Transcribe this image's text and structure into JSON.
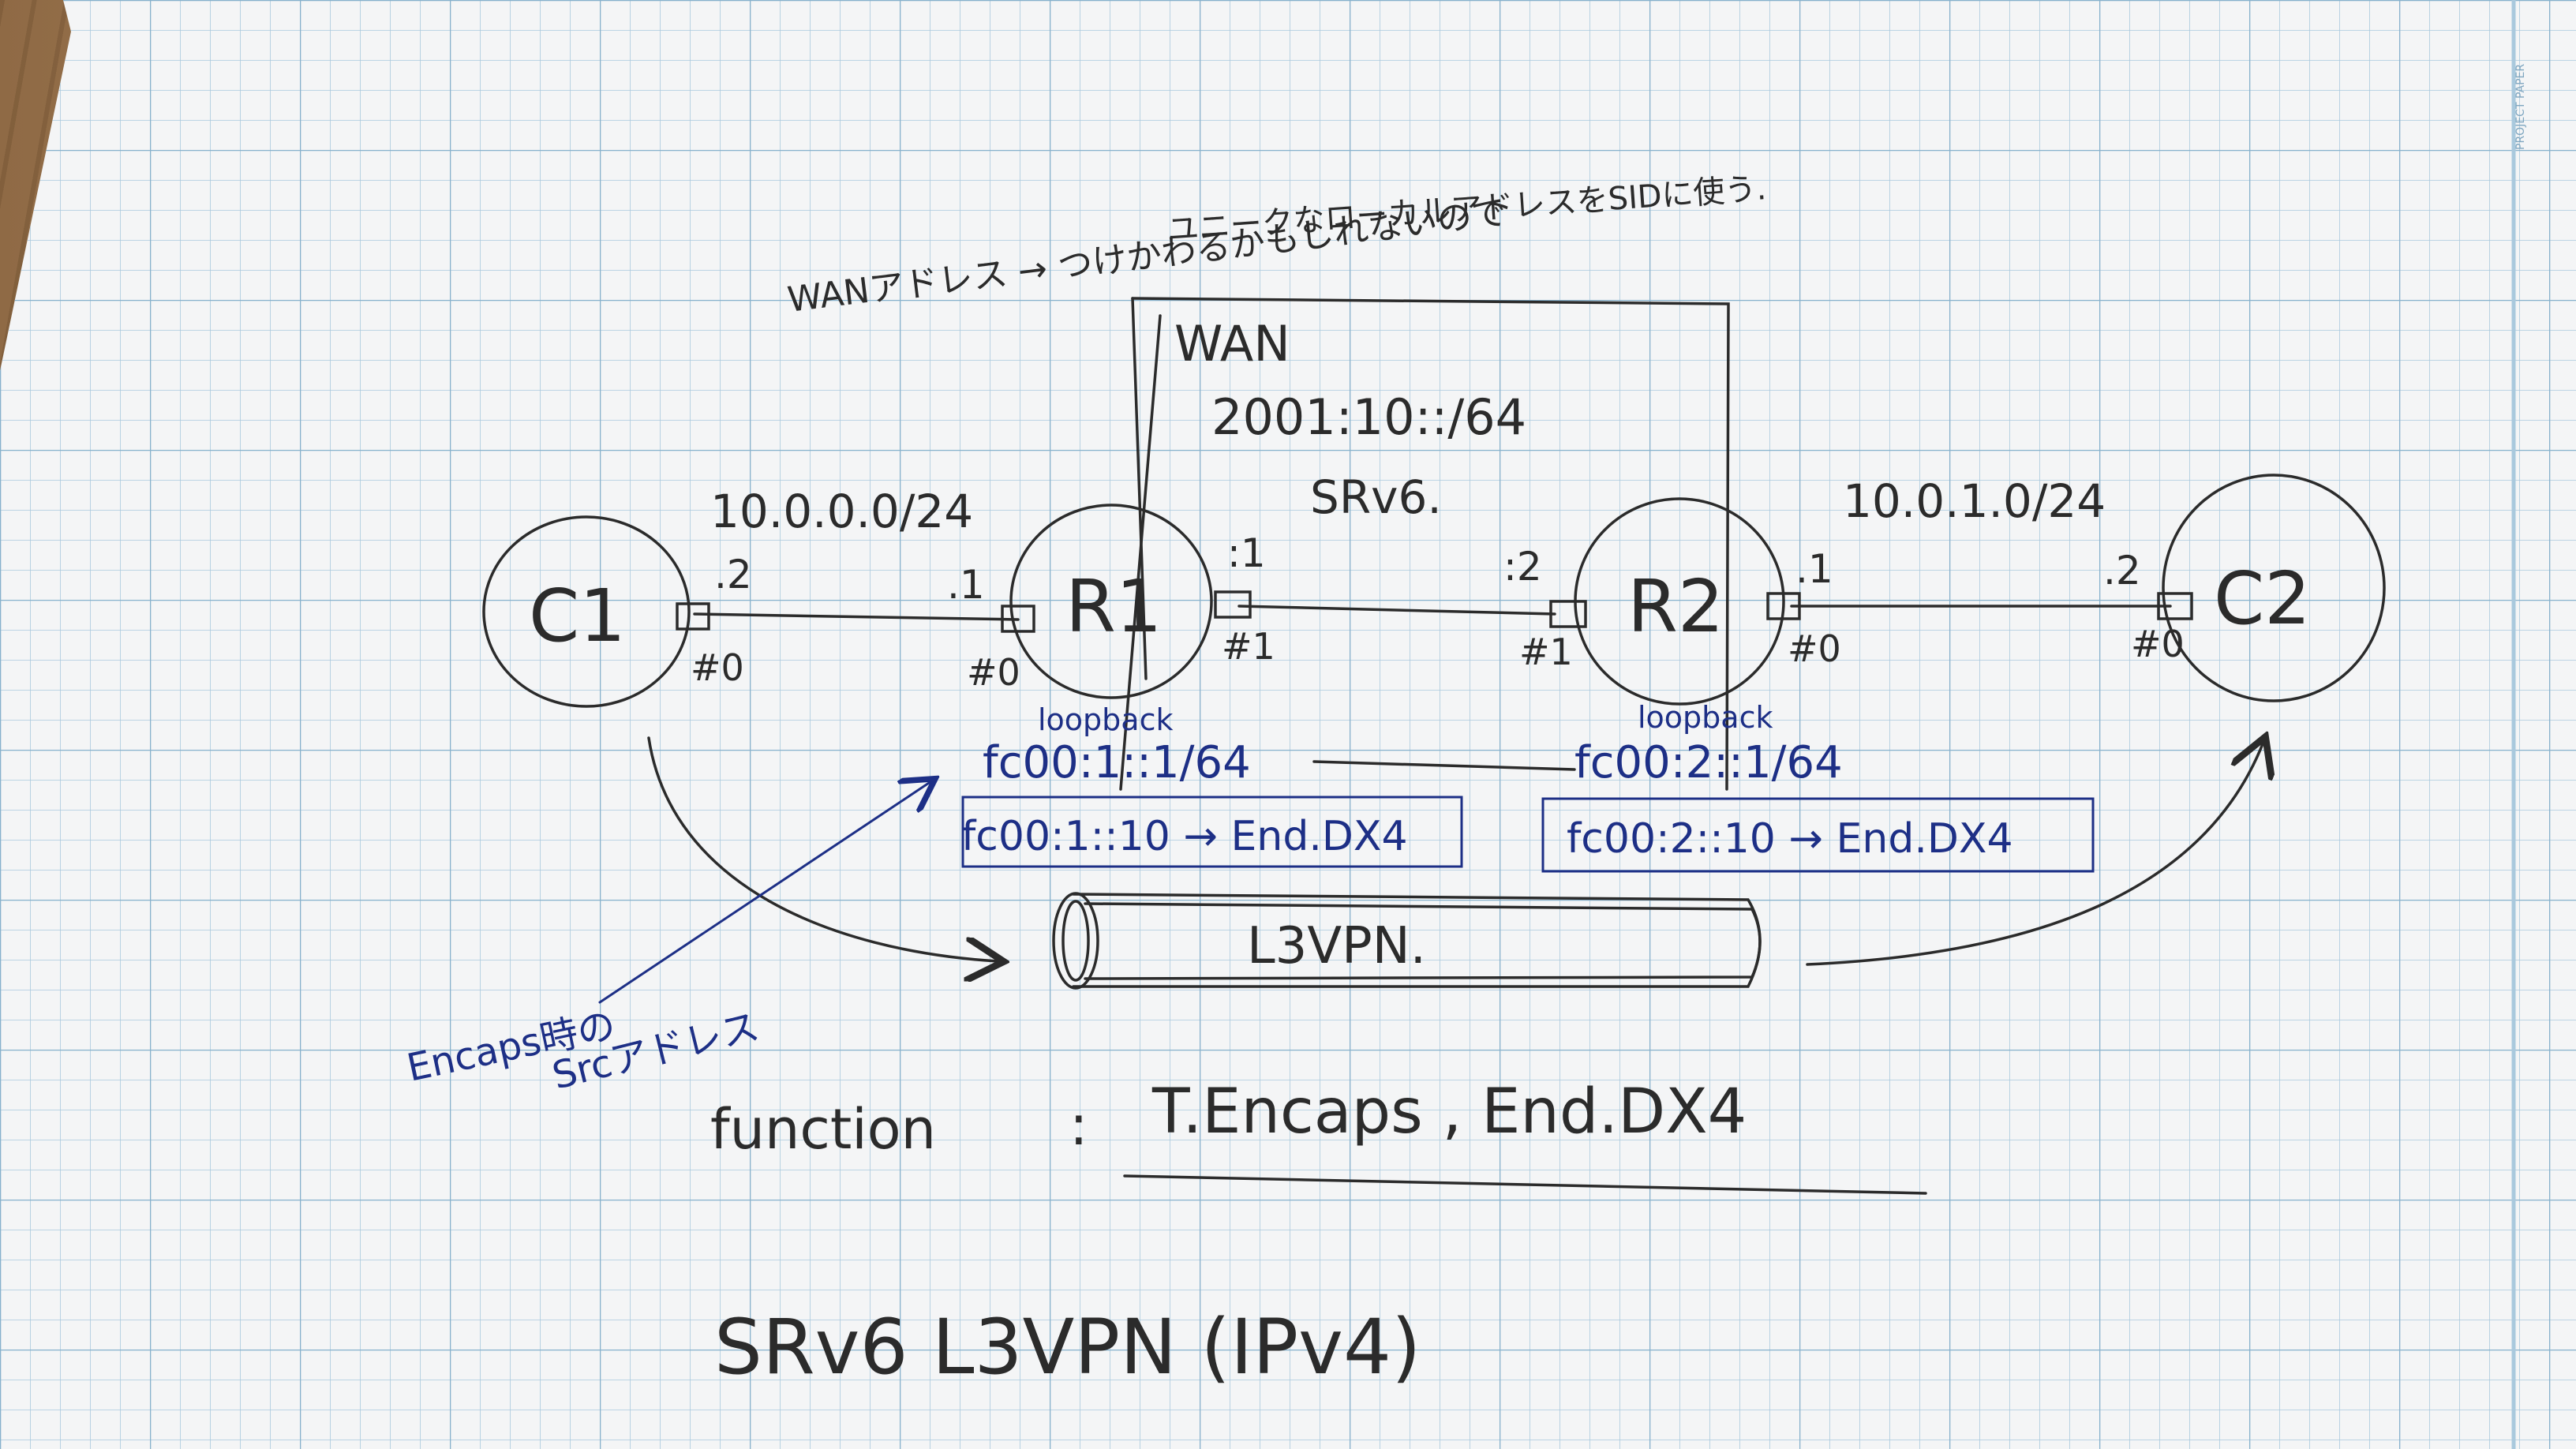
{
  "title": "SRv6 L3VPN (IPv4)",
  "header_note": {
    "line1": "WANアドレス → つけかわるかもしれないので",
    "line2": "ユニークなローカルアドレスをSIDに使う."
  },
  "wan": {
    "label": "WAN",
    "prefix": "2001:10::/64",
    "protocol": "SRv6."
  },
  "nodes": {
    "c1": "C1",
    "r1": "R1",
    "r2": "R2",
    "c2": "C2"
  },
  "left_link": {
    "subnet": "10.0.0.0/24",
    "c1_addr": ".2",
    "r1_addr": ".1",
    "c1_port": "#0",
    "r1_port": "#0"
  },
  "wan_link": {
    "r1_addr": ":1",
    "r2_addr": ":2",
    "r1_port": "#1",
    "r2_port": "#1"
  },
  "right_link": {
    "subnet": "10.0.1.0/24",
    "r2_addr": ".1",
    "c2_addr": ".2",
    "r2_port": "#0",
    "c2_port": "#0"
  },
  "r1_loopback": {
    "label": "loopback",
    "address": "fc00:1::1/64",
    "sid": "fc00:1::10 → End.DX4"
  },
  "r2_loopback": {
    "label": "loopback",
    "address": "fc00:2::1/64",
    "sid": "fc00:2::10 → End.DX4"
  },
  "tunnel": "L3VPN.",
  "encaps_note": {
    "line1": "Encaps時の",
    "line2": "Srcアドレス"
  },
  "function_line": {
    "label": "function",
    "colon": ":",
    "value": "T.Encaps , End.DX4"
  },
  "paper_edge_mark": "PROJECT PAPER",
  "colors": {
    "paper": "#f4f5f6",
    "grid": "#9fc3d9",
    "pencil": "#2b2b2b",
    "pen_blue": "#1d2f86",
    "wood": "#9c7a55"
  }
}
